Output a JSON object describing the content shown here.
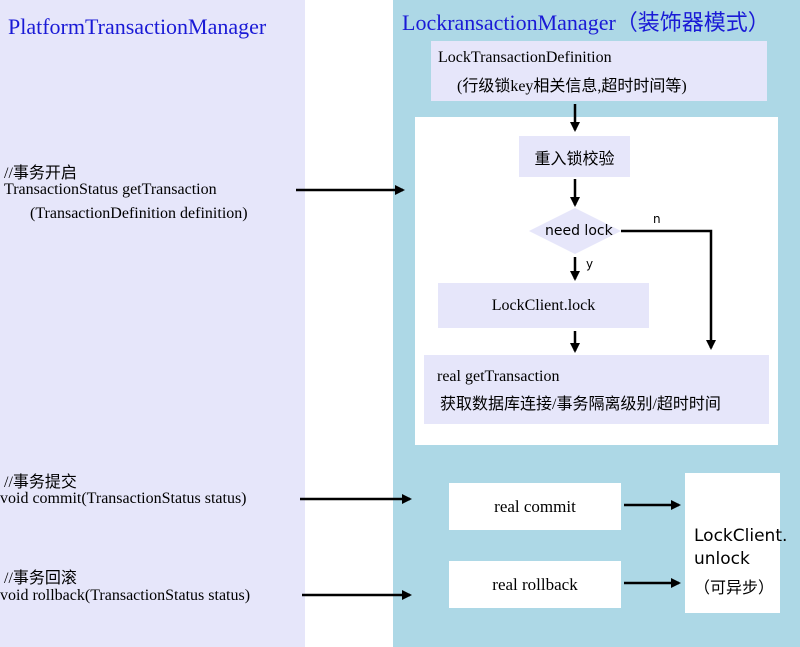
{
  "left_panel": {
    "title": "PlatformTransactionManager",
    "get_comment": "//事务开启",
    "get_sig_line1": "TransactionStatus getTransaction",
    "get_sig_line2": "(TransactionDefinition definition)",
    "commit_comment": "//事务提交",
    "commit_sig": "void commit(TransactionStatus status)",
    "rollback_comment": "//事务回滚",
    "rollback_sig": "void rollback(TransactionStatus status)"
  },
  "right_panel": {
    "title": "LockransactionManager（装饰器模式）",
    "definition_line1": "LockTransactionDefinition",
    "definition_line2": "(行级锁key相关信息,超时时间等)",
    "reentry_check": "重入锁校验",
    "decision": "need lock",
    "yes_label": "y",
    "no_label": "n",
    "lock_call": "LockClient.lock",
    "real_get_line1": "real getTransaction",
    "real_get_line2": "获取数据库连接/事务隔离级别/超时时间",
    "real_commit": "real commit",
    "real_rollback": "real rollback",
    "unlock_line1": "LockClient.",
    "unlock_line2": "unlock",
    "unlock_line3": "（可异步）"
  }
}
